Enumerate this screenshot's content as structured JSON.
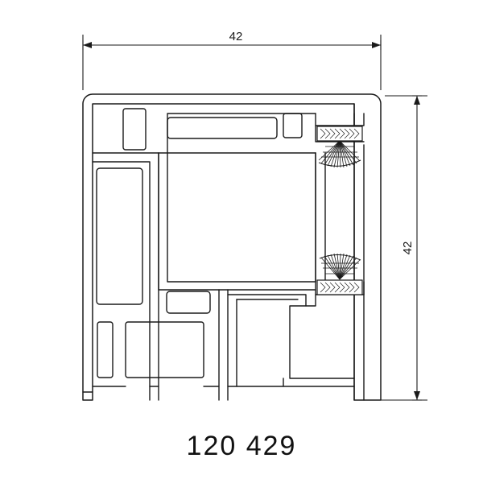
{
  "drawing": {
    "part_number": "120 429",
    "dimensions": {
      "top": {
        "value": "42",
        "orientation": "horizontal"
      },
      "right": {
        "value": "42",
        "orientation": "vertical"
      }
    },
    "line_color": "#1a1a1a",
    "background_color": "#ffffff",
    "type": "technical-cross-section"
  },
  "chart_data": {
    "type": "diagram",
    "title": "120 429",
    "description": "Aluminium window profile cross-section with two brush seals",
    "annotations": [
      "42",
      "42",
      "120 429"
    ]
  }
}
